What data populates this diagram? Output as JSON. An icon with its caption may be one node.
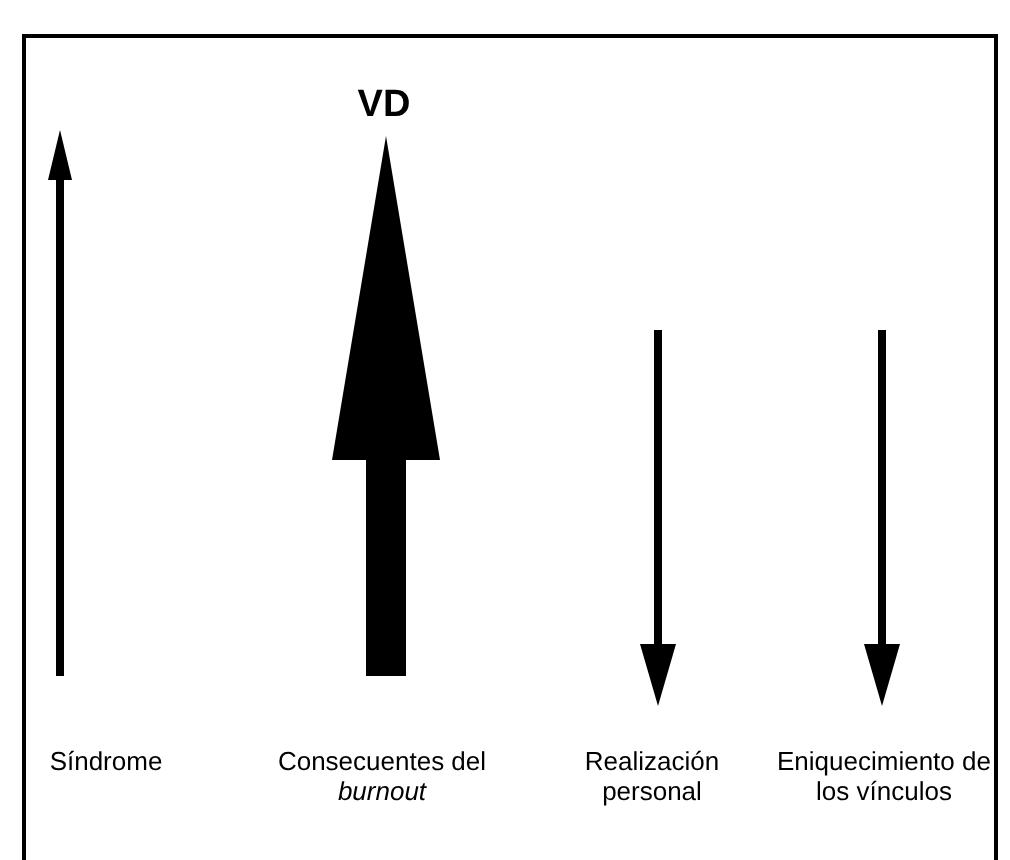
{
  "diagram": {
    "labels": [
      "VD",
      "Síndrome",
      "Consecuentes del *burnout*",
      "Realización personal",
      "Eniquecimiento de los vínculos"
    ]
  }
}
